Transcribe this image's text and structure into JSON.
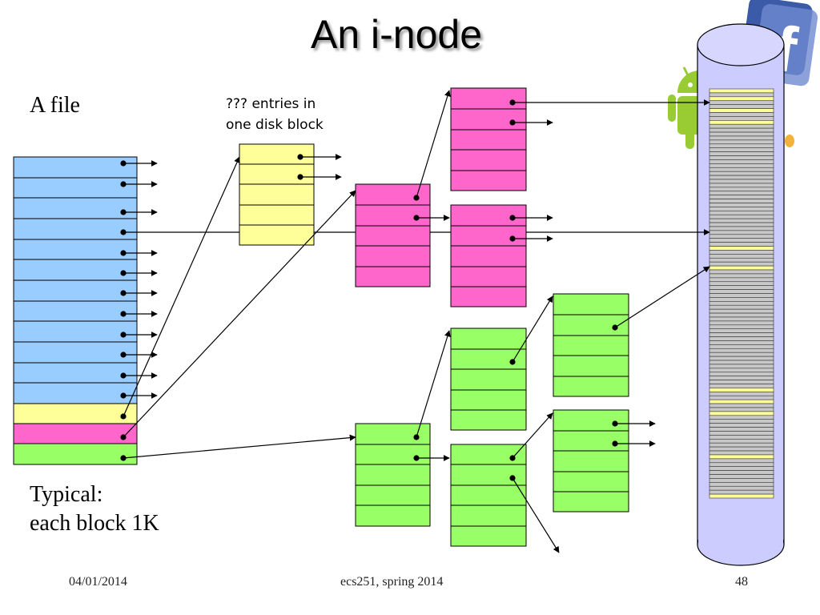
{
  "slide": {
    "title": "An i-node",
    "file_label": "A file",
    "block_note_line1": "??? entries in",
    "block_note_line2": "one disk block",
    "typical_line1": "Typical:",
    "typical_line2": "each block 1K",
    "footer_date": "04/01/2014",
    "footer_course": "ecs251, spring 2014",
    "footer_page": "48"
  },
  "colors": {
    "direct": "#99ccff",
    "single_indirect": "#ffff99",
    "double_indirect": "#ff66cc",
    "triple_indirect": "#99ff66",
    "disk": "#ccccff",
    "disk_block_gray": "#c8c8c8",
    "disk_block_yellow": "#ffff99",
    "android": "#99cc33"
  },
  "inode": {
    "direct_entries": 12,
    "indirect_levels": [
      "single",
      "double",
      "triple"
    ]
  },
  "disk": {
    "block_pattern": [
      "Y",
      "G",
      "Y",
      "G",
      "G",
      "Y",
      "G",
      "G",
      "Y",
      "G",
      "G",
      "G",
      "G",
      "G",
      "G",
      "G",
      "G",
      "G",
      "G",
      "G",
      "G",
      "G",
      "G",
      "G",
      "G",
      "G",
      "G",
      "G",
      "G",
      "G",
      "G",
      "G",
      "G",
      "G",
      "G",
      "G",
      "G",
      "G",
      "G",
      "G",
      "Y",
      "G",
      "G",
      "G",
      "G",
      "Y",
      "G",
      "G",
      "G",
      "G",
      "G",
      "G",
      "G",
      "G",
      "G",
      "G",
      "G",
      "G",
      "G",
      "G",
      "G",
      "G",
      "G",
      "G",
      "G",
      "G",
      "G",
      "G",
      "G",
      "G",
      "G",
      "G",
      "G",
      "G",
      "G",
      "G",
      "Y",
      "G",
      "G",
      "Y",
      "G",
      "G",
      "Y",
      "G",
      "G",
      "G",
      "G",
      "G",
      "G",
      "G",
      "G",
      "G",
      "G",
      "Y",
      "G",
      "G",
      "G",
      "G",
      "G",
      "G",
      "G",
      "G",
      "G",
      "Y"
    ]
  }
}
